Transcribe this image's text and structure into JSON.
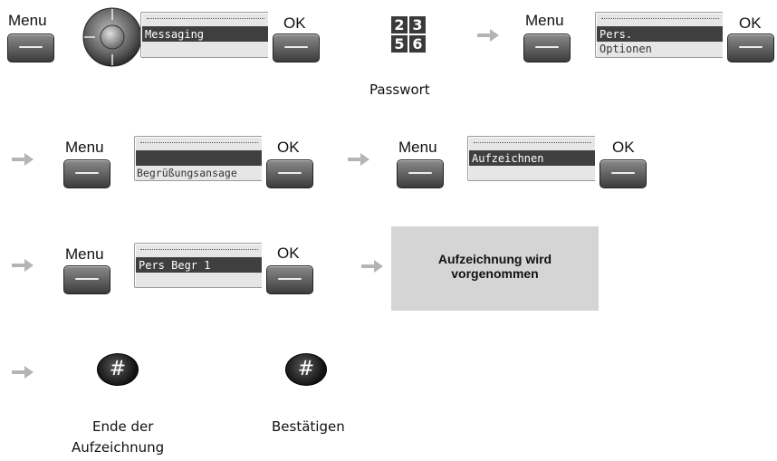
{
  "labels": {
    "menu": "Menu",
    "ok": "OK",
    "passwort": "Passwort",
    "ende_line1": "Ende der",
    "ende_line2": "Aufzeichnung",
    "bestaetigen": "Bestätigen"
  },
  "screens": {
    "messaging": "Messaging",
    "pers_line1": "Pers.",
    "pers_line2": "Optionen",
    "begruessung": "Begrüßungsansage",
    "aufzeichnen": "Aufzeichnen",
    "pers_begr": "Pers Begr 1"
  },
  "digits": [
    "2",
    "3",
    "5",
    "6"
  ],
  "status_message": {
    "line1": "Aufzeichnung wird",
    "line2": "vorgenommen"
  },
  "hash_symbol": "#",
  "icons": {
    "arrow": "right-arrow-icon",
    "navigator": "navigator-icon",
    "hash": "hash-key-icon"
  },
  "colors": {
    "key": "#4a4a4a",
    "screen": "#e6e6e6",
    "highlight": "#3f3f3f",
    "message_box": "#d5d5d5",
    "arrow": "#b4b4b4"
  }
}
